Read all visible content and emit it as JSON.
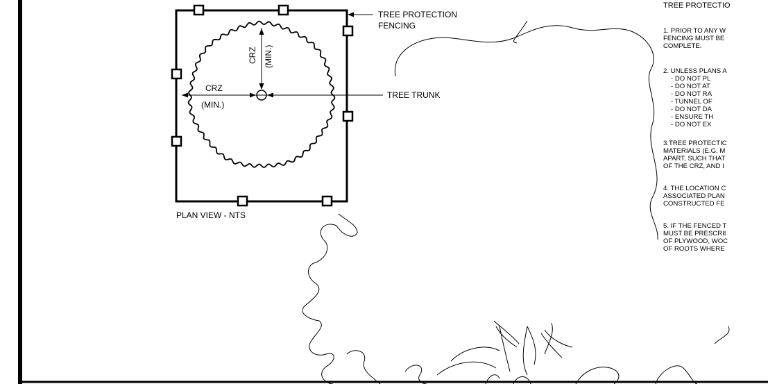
{
  "drawing": {
    "fence_label_1": "TREE PROTECTION",
    "fence_label_2": "FENCING",
    "trunk_label": "TREE TRUNK",
    "crz_horizontal_1": "CRZ",
    "crz_horizontal_2": "(MIN.)",
    "crz_vertical_1": "CRZ",
    "crz_vertical_2": "(MIN.)",
    "plan_view_label": "PLAN VIEW - NTS"
  },
  "notes": {
    "heading": "TREE PROTECTIO",
    "note1": "1. PRIOR TO ANY W\nFENCING MUST BE\nCOMPLETE.",
    "note2_intro": "2. UNLESS PLANS A",
    "note2_items": [
      "- DO NOT PL",
      "- DO NOT AT",
      "- DO NOT RA",
      "- TUNNEL OF",
      "- DO NOT DA",
      "- ENSURE TH",
      "- DO NOT EX"
    ],
    "note3": "3.TREE PROTECTIC\nMATERIALS (E.G. M\nAPART, SUCH THAT\nOF THE CRZ, AND I",
    "note4": "4. THE LOCATION C\nASSOCIATED PLAN\nCONSTRUCTED FE",
    "note5": "5. IF THE FENCED T\nMUST BE PRESCRII\nOF PLYWOOD, WOC\nOF ROOTS WHERE"
  }
}
